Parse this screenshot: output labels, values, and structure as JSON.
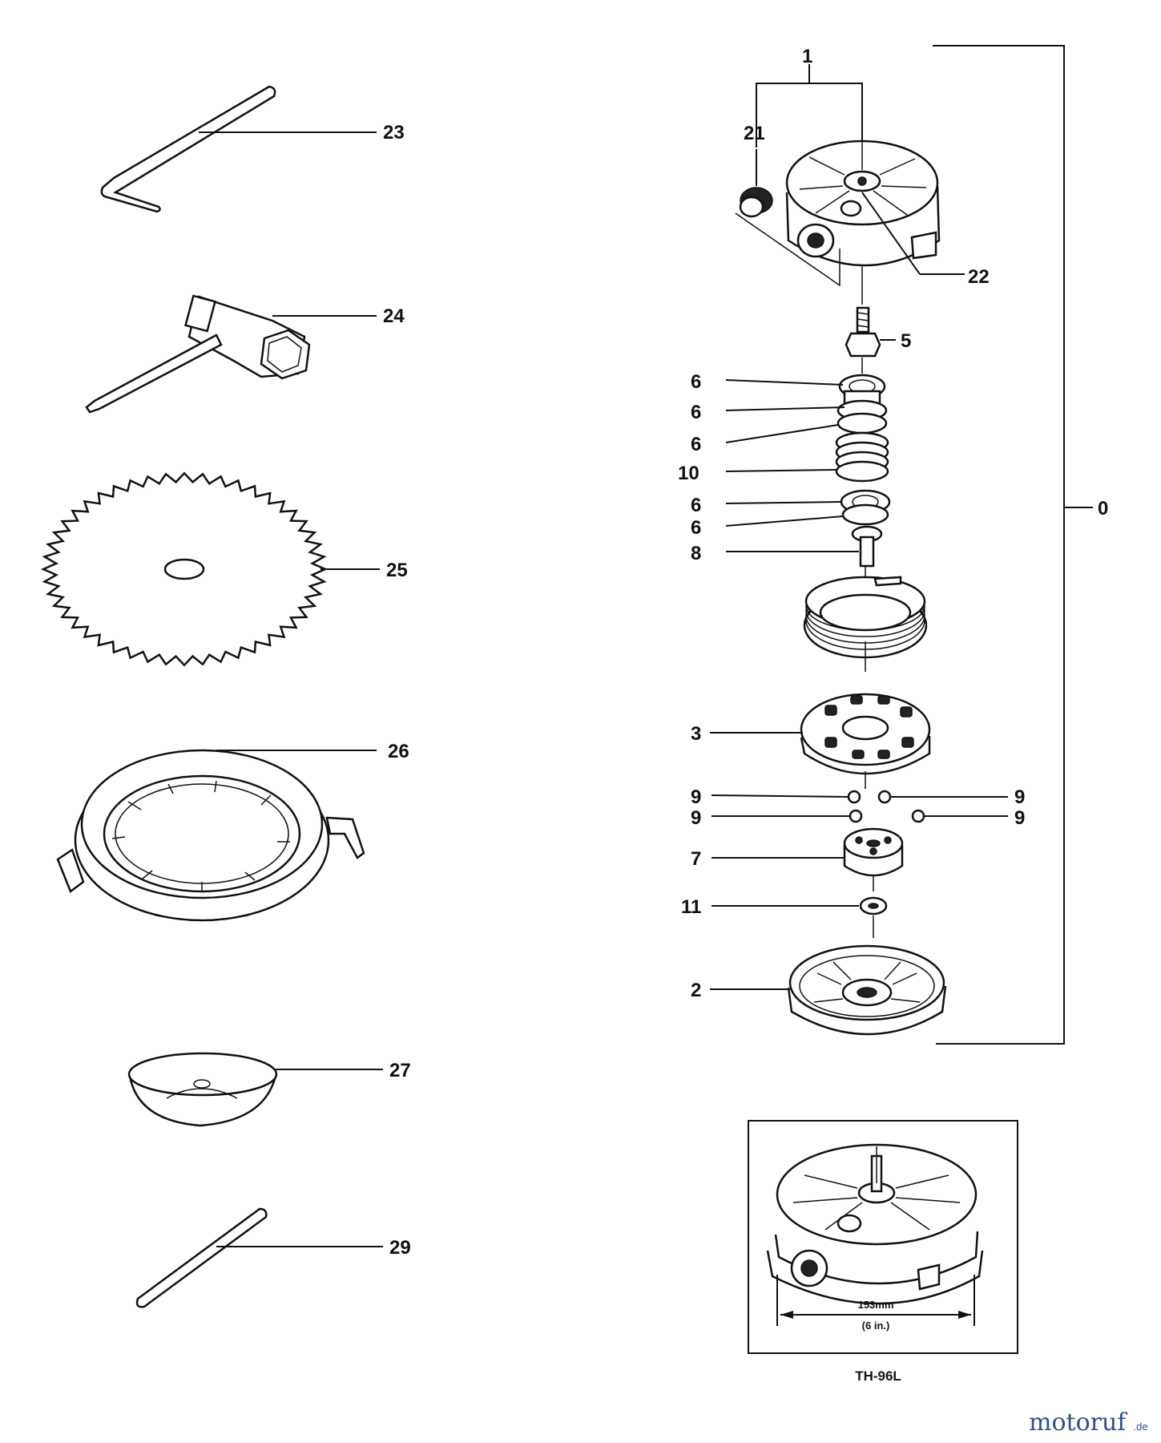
{
  "callouts": {
    "c0": "0",
    "c1": "1",
    "c2": "2",
    "c3": "3",
    "c5": "5",
    "c6a": "6",
    "c6b": "6",
    "c6c": "6",
    "c6d": "6",
    "c6e": "6",
    "c7": "7",
    "c8": "8",
    "c9a": "9",
    "c9b": "9",
    "c9c": "9",
    "c9d": "9",
    "c10": "10",
    "c11": "11",
    "c21": "21",
    "c22": "22",
    "c23": "23",
    "c24": "24",
    "c25": "25",
    "c26": "26",
    "c27": "27",
    "c29": "29"
  },
  "inset": {
    "dimension_mm": "153mm",
    "dimension_in": "(6 in.)",
    "model_label": "TH-96L"
  },
  "watermark": {
    "text": "motoruf",
    "suffix": ".de",
    "color_primary": "#2f4f8f",
    "color_accent": "#c0392b"
  }
}
